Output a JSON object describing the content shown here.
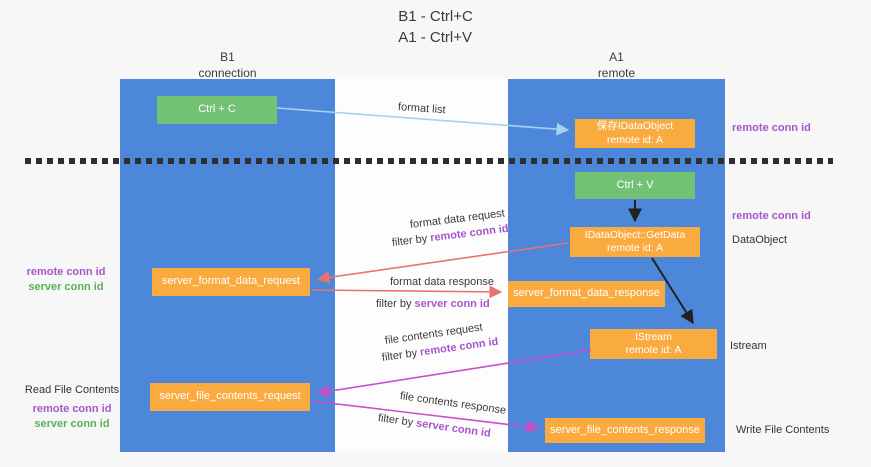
{
  "title": [
    "B1 - Ctrl+C",
    "A1 - Ctrl+V"
  ],
  "lanes": {
    "left": {
      "name": "B1",
      "role": "connection"
    },
    "right": {
      "name": "A1",
      "role": "remote"
    }
  },
  "nodes": {
    "ctrl_c": {
      "label": "Ctrl + C"
    },
    "save_idataobject": {
      "line1": "保存IDataObject",
      "line2": "remote id: A"
    },
    "ctrl_v": {
      "label": "Ctrl + V"
    },
    "getdata": {
      "line1": "IDataObject::GetData",
      "line2": "remote id: A"
    },
    "format_request": {
      "label": "server_format_data_request"
    },
    "format_response": {
      "label": "server_format_data_response"
    },
    "istream": {
      "line1": "IStream",
      "line2": "remote id: A"
    },
    "file_request": {
      "label": "server_file_contents_request"
    },
    "file_response": {
      "label": "server_file_contents_response"
    }
  },
  "annotations": {
    "right_top_remote_conn": "remote conn id",
    "right_mid_remote_conn": "remote conn id",
    "dataobject": "DataObject",
    "istream": "Istream",
    "write_file_contents": "Write File Contents",
    "left_format_remote": "remote conn id",
    "left_format_server": "server conn id",
    "read_file_contents": "Read File Contents",
    "left_file_remote": "remote conn id",
    "left_file_server": "server conn id"
  },
  "messages": {
    "format_list": "format list",
    "format_request_title": "format data request",
    "format_request_filter_prefix": "filter by ",
    "format_request_filter_key": "remote conn id",
    "format_response_title": "format data response",
    "format_response_filter_prefix": "filter by ",
    "format_response_filter_key": "server conn id",
    "file_request_title": "file contents request",
    "file_request_filter_prefix": "filter by ",
    "file_request_filter_key": "remote conn id",
    "file_response_title": "file contents response",
    "file_response_filter_prefix": "filter by ",
    "file_response_filter_key": "server conn id"
  },
  "colors": {
    "lane_blue": "#4d87da",
    "box_green": "#73c175",
    "box_orange": "#f9ab40",
    "arrow_salmon": "#e87270",
    "arrow_magenta": "#c94fc9",
    "arrow_light_blue": "#a8d2ee",
    "arrow_black": "#222222",
    "text_purple": "#a855cc",
    "text_green": "#53b357",
    "dash_line": "#2e2e2e"
  }
}
